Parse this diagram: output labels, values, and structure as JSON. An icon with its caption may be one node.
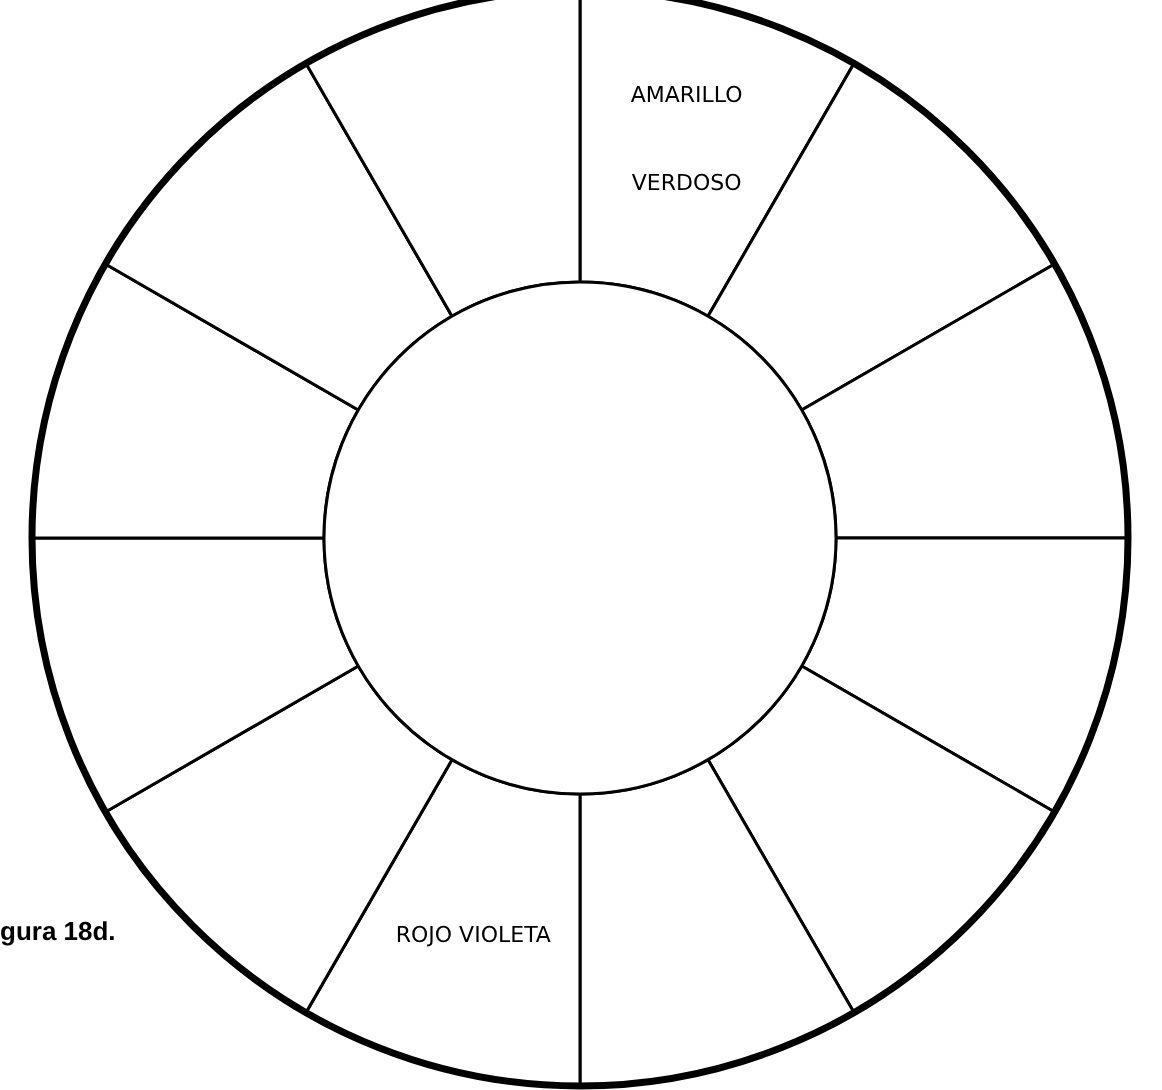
{
  "diagram": {
    "nodes": [
      {
        "text": [
          "AMARILLO VERDOSO"
        ]
      },
      {
        "text": [],
        "shape": "sector"
      },
      {
        "text": [],
        "shape": "sector"
      },
      {
        "text": [],
        "shape": "sector"
      },
      {
        "text": [],
        "shape": "sector"
      },
      {
        "text": [],
        "shape": "sector"
      },
      {
        "text": [
          "ROJO VIOLETA"
        ]
      },
      {
        "text": [],
        "shape": "sector"
      },
      {
        "text": [],
        "shape": "sector"
      },
      {
        "text": [],
        "shape": "sector"
      },
      {
        "text": [],
        "shape": "sector"
      },
      {
        "text": [],
        "shape": "sector"
      },
      {
        "text": [],
        "shape": "circle"
      }
    ],
    "labels": [
      "gura 18d."
    ]
  }
}
